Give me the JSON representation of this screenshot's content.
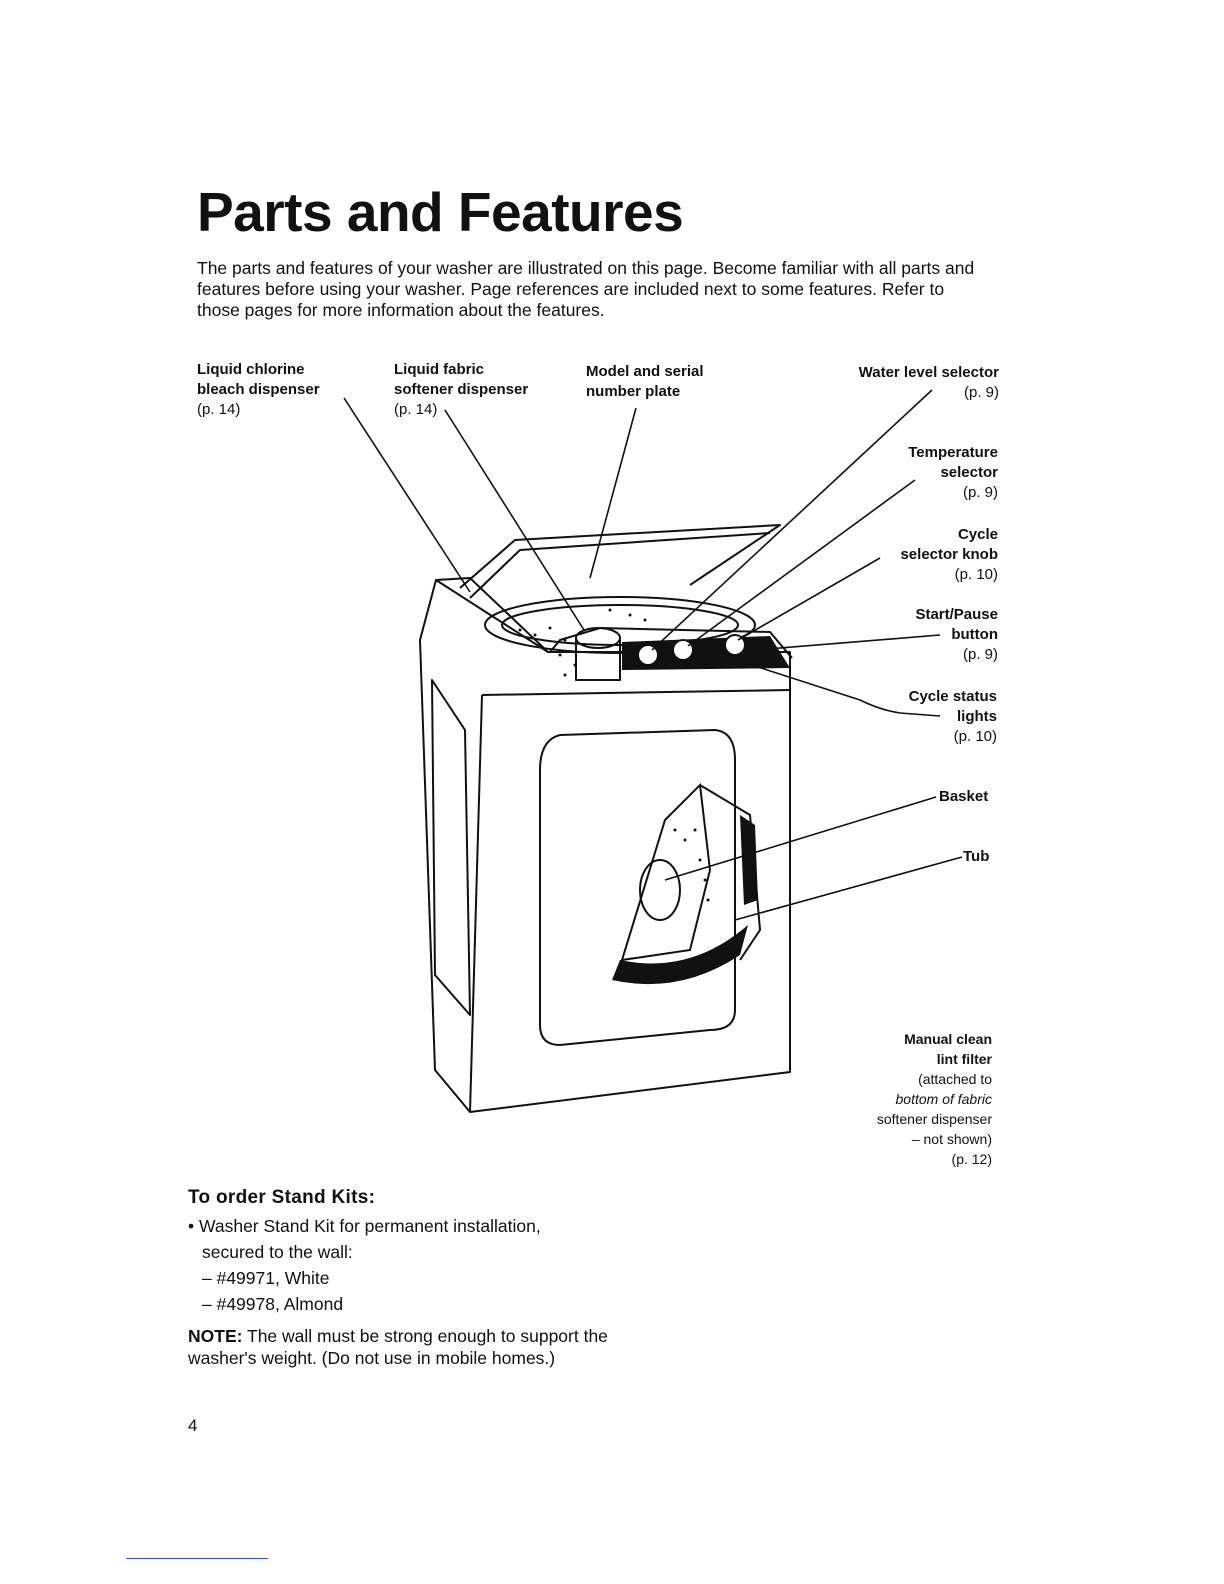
{
  "page": {
    "title": "Parts and Features",
    "intro": "The parts and features of your washer are illustrated on this page. Become familiar with all parts and features before using your washer. Page references are included next to some features. Refer to those pages for more information about the features.",
    "page_number": "4"
  },
  "callouts": {
    "bleach": {
      "line1": "Liquid chlorine",
      "line2": "bleach dispenser",
      "ref": "(p. 14)"
    },
    "softener": {
      "line1": "Liquid fabric",
      "line2": "softener dispenser",
      "ref": "(p. 14)"
    },
    "model": {
      "line1": "Model and serial",
      "line2": "number plate"
    },
    "water_level": {
      "line1": "Water level selector",
      "ref": "(p. 9)"
    },
    "temperature": {
      "line1": "Temperature",
      "line2": "selector",
      "ref": "(p. 9)"
    },
    "cycle_knob": {
      "line1": "Cycle",
      "line2": "selector knob",
      "ref": "(p. 10)"
    },
    "start_pause": {
      "line1": "Start/Pause",
      "line2": "button",
      "ref": "(p. 9)"
    },
    "status_lights": {
      "line1": "Cycle status",
      "line2": "lights",
      "ref": "(p. 10)"
    },
    "basket": {
      "line1": "Basket"
    },
    "tub": {
      "line1": "Tub"
    },
    "lint_filter": {
      "line1": "Manual clean",
      "line2": "lint filter",
      "line3": "(attached to",
      "line4": "bottom of fabric",
      "line5": "softener dispenser",
      "line6": "– not shown)",
      "ref": "(p. 12)"
    }
  },
  "stand_kits": {
    "heading": "To order Stand Kits:",
    "item": "• Washer Stand Kit for permanent installation,",
    "item_cont": "secured to the wall:",
    "options": [
      "– #49971, White",
      "– #49978, Almond"
    ],
    "note_label": "NOTE:",
    "note_text": " The wall must be strong enough to support the washer's weight. (Do not use in mobile homes.)"
  },
  "icons": [
    "washer-illustration"
  ]
}
